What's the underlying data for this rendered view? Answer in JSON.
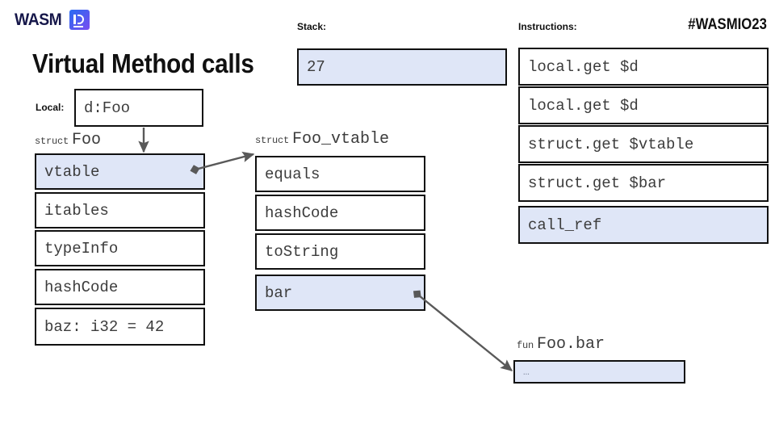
{
  "brand": {
    "logo_text": "WASM",
    "logo_mark": "jetbrains-logo-icon",
    "hashtag": "#WASMIO23"
  },
  "slide": {
    "title": "Virtual Method calls"
  },
  "local": {
    "label": "Local:",
    "value": "d:Foo"
  },
  "struct_foo": {
    "keyword": "struct",
    "name": "Foo",
    "fields": [
      {
        "label": "vtable",
        "highlighted": true
      },
      {
        "label": "itables",
        "highlighted": false
      },
      {
        "label": "typeInfo",
        "highlighted": false
      },
      {
        "label": "hashCode",
        "highlighted": false
      },
      {
        "label": "baz: i32 = 42",
        "highlighted": false
      }
    ]
  },
  "struct_vtable": {
    "keyword": "struct",
    "name": "Foo_vtable",
    "fields": [
      {
        "label": "equals",
        "highlighted": false
      },
      {
        "label": "hashCode",
        "highlighted": false
      },
      {
        "label": "toString",
        "highlighted": false
      },
      {
        "label": "bar",
        "highlighted": true
      }
    ]
  },
  "fun_foo_bar": {
    "keyword": "fun",
    "name": "Foo.bar",
    "body": "…"
  },
  "stack": {
    "label": "Stack:",
    "items": [
      {
        "label": "27",
        "highlighted": true
      }
    ]
  },
  "instructions": {
    "label": "Instructions:",
    "items": [
      {
        "label": "local.get $d",
        "highlighted": false
      },
      {
        "label": "local.get $d",
        "highlighted": false
      },
      {
        "label": "struct.get $vtable",
        "highlighted": false
      },
      {
        "label": "struct.get $bar",
        "highlighted": false
      },
      {
        "label": "call_ref",
        "highlighted": true
      }
    ]
  },
  "colors": {
    "highlight": "#dfe6f7",
    "outline": "#101010",
    "arrow": "#595959",
    "code_text": "#3c3c3c",
    "brand_navy": "#16174a"
  }
}
